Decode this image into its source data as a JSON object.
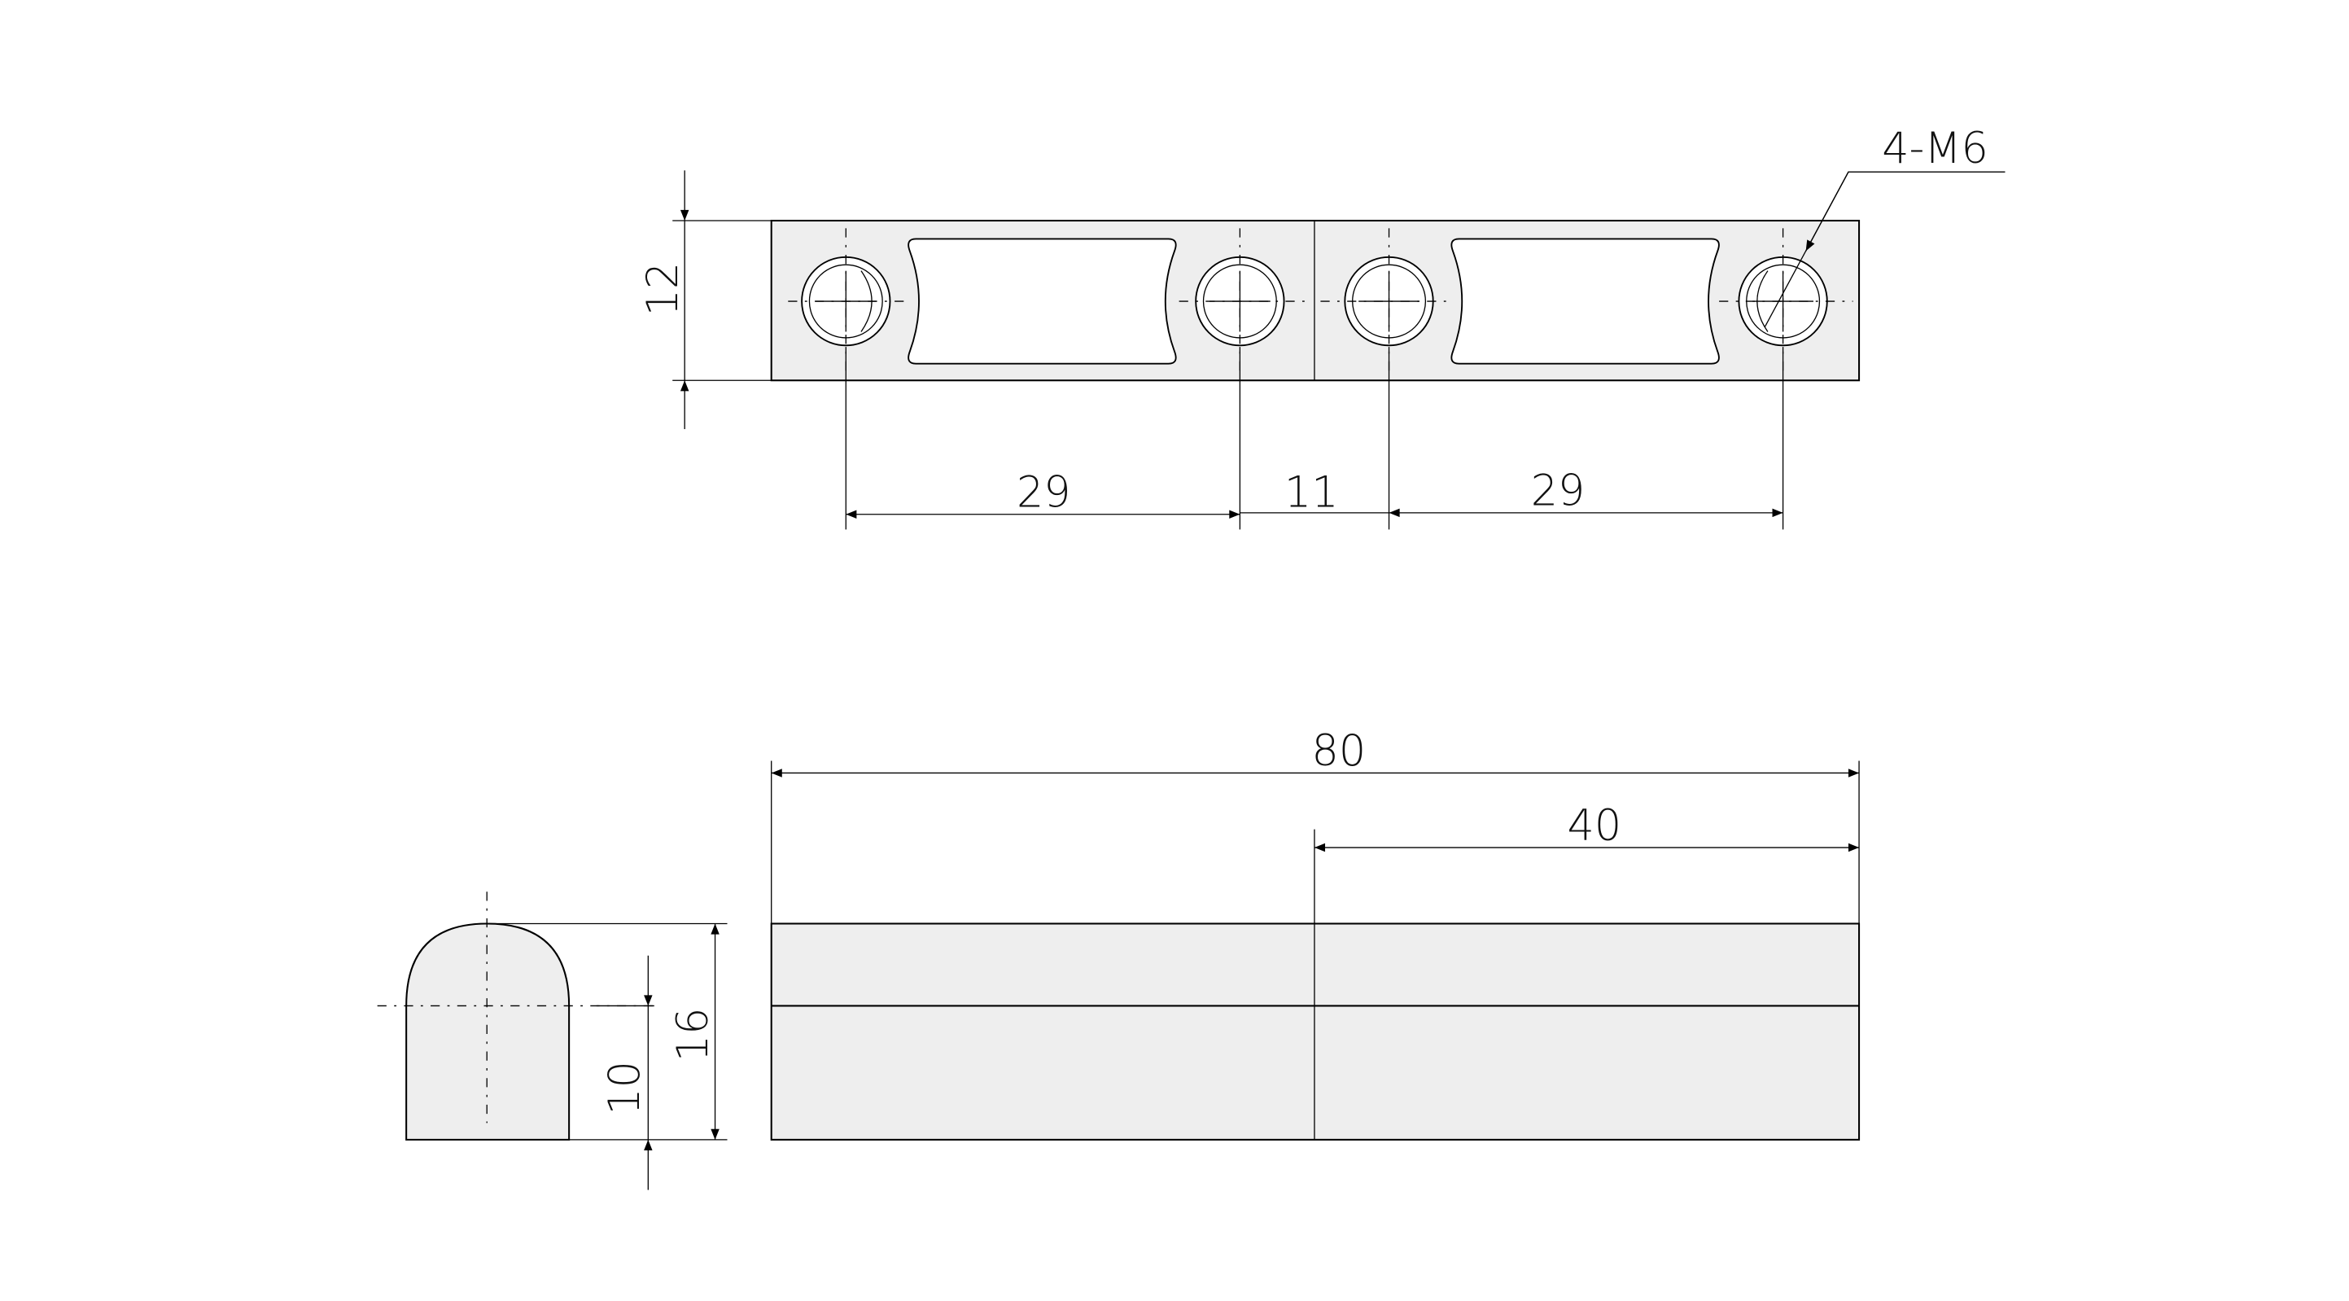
{
  "drawing": {
    "top_view": {
      "height_dim": "12",
      "hole_spacing_1": "29",
      "center_gap": "11",
      "hole_spacing_2": "29",
      "hole_callout": "4-M6"
    },
    "front_view": {
      "overall_length": "80",
      "half_length": "40"
    },
    "side_view": {
      "overall_height": "16",
      "center_height": "10"
    },
    "colors": {
      "part_fill": "#eeeeee",
      "line": "#000000"
    }
  }
}
